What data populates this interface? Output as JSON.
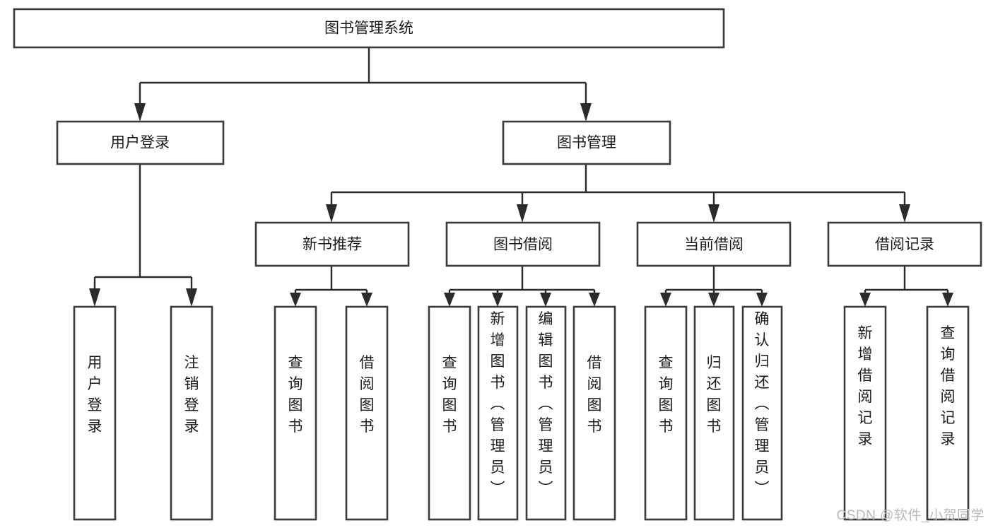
{
  "diagram": {
    "title": "图书管理系统",
    "type": "tree-hierarchy-chart",
    "colors": {
      "box_stroke": "#3a3a3a",
      "box_fill": "#ffffff",
      "line": "#2b2b2b",
      "text": "#1a1a1a",
      "background": "#ffffff",
      "watermark": "#b9b9b9"
    },
    "root": {
      "label": "图书管理系统"
    },
    "level2": [
      {
        "label": "用户登录"
      },
      {
        "label": "图书管理"
      }
    ],
    "level3": [
      {
        "label": "新书推荐"
      },
      {
        "label": "图书借阅"
      },
      {
        "label": "当前借阅"
      },
      {
        "label": "借阅记录"
      }
    ],
    "leaves": {
      "user_login": [
        {
          "label": "用户登录"
        },
        {
          "label": "注销登录"
        }
      ],
      "new_book_recommend": [
        {
          "label": "查询图书"
        },
        {
          "label": "借阅图书"
        }
      ],
      "book_borrow": [
        {
          "label": "查询图书"
        },
        {
          "label": "新增图书（管理员）"
        },
        {
          "label": "编辑图书（管理员）"
        },
        {
          "label": "借阅图书"
        }
      ],
      "current_borrow": [
        {
          "label": "查询图书"
        },
        {
          "label": "归还图书"
        },
        {
          "label": "确认归还（管理员）"
        }
      ],
      "borrow_record": [
        {
          "label": "新增借阅记录"
        },
        {
          "label": "查询借阅记录"
        }
      ]
    },
    "watermark": "CSDN @软件_小贺同学"
  }
}
